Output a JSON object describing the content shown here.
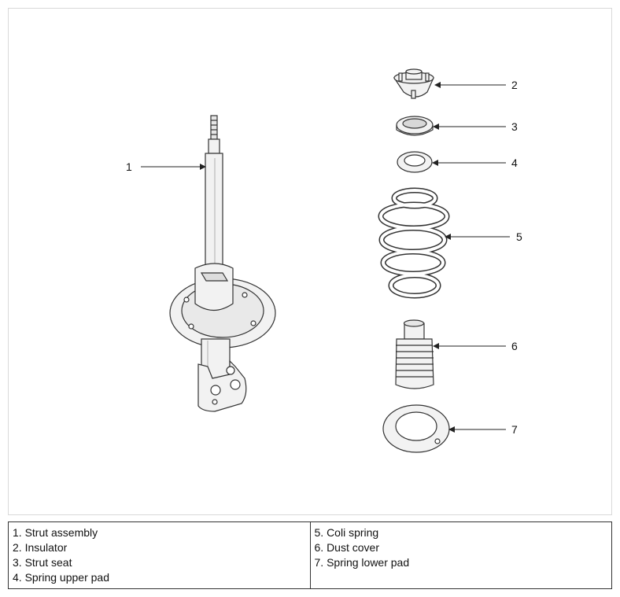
{
  "callouts": [
    {
      "n": "1"
    },
    {
      "n": "2"
    },
    {
      "n": "3"
    },
    {
      "n": "4"
    },
    {
      "n": "5"
    },
    {
      "n": "6"
    },
    {
      "n": "7"
    }
  ],
  "legend": {
    "left": [
      "1. Strut assembly",
      "2. Insulator",
      "3. Strut seat",
      "4. Spring upper pad"
    ],
    "right": [
      "5. Coli spring",
      "6. Dust cover",
      "7. Spring lower pad"
    ]
  },
  "colors": {
    "line": "#333333",
    "part_fill": "#f2f2f2",
    "shade": "#d8d8d8"
  }
}
